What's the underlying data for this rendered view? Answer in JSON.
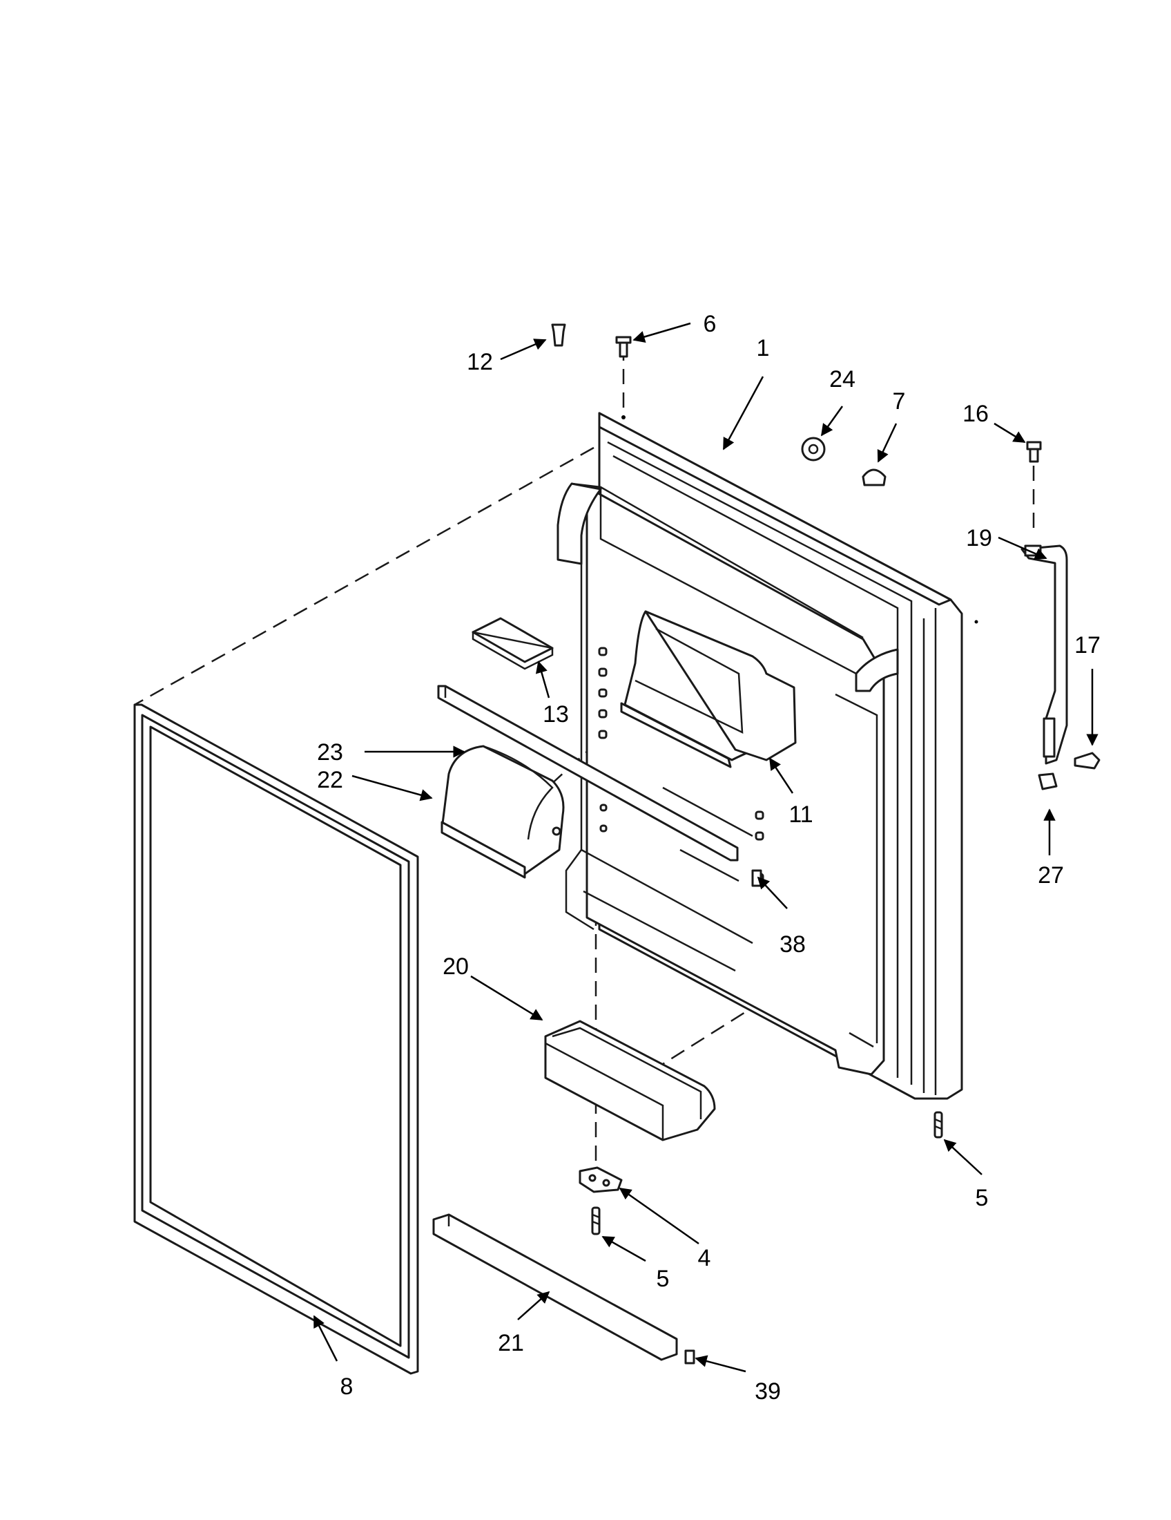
{
  "colors": {
    "line": "#1a1a1a",
    "background": "#ffffff"
  },
  "callouts": {
    "c1": "1",
    "c4": "4",
    "c5a": "5",
    "c5b": "5",
    "c6": "6",
    "c7": "7",
    "c8": "8",
    "c11": "11",
    "c12": "12",
    "c13": "13",
    "c16": "16",
    "c17": "17",
    "c19": "19",
    "c20": "20",
    "c21": "21",
    "c22": "22",
    "c23": "23",
    "c24": "24",
    "c27": "27",
    "c38": "38",
    "c39": "39"
  }
}
